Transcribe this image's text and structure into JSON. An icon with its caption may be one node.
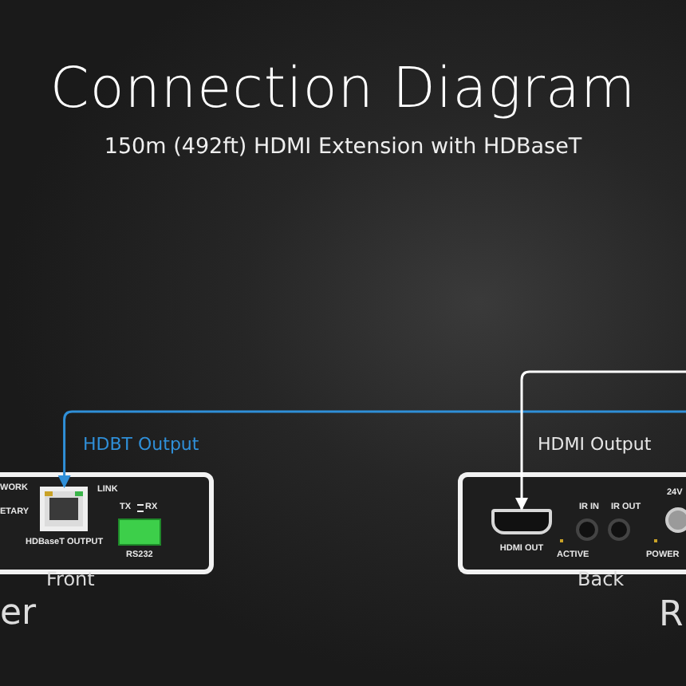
{
  "diagram": {
    "title": "Connection Diagram",
    "caption": "150m (492ft) HDMI Extension with HDBaseT",
    "nodes": [
      {
        "text": [
          "HDBT Output"
        ],
        "beside": [
          "Front"
        ]
      },
      {
        "text": [
          "HDBaseT OUTPUT"
        ],
        "in": 0
      },
      {
        "text": [
          "HDMI Output"
        ],
        "beside": [
          "Back"
        ]
      },
      {
        "text": [
          "HDMI OUT"
        ],
        "in": 2
      }
    ],
    "edges": [
      {
        "from": null,
        "to": 1,
        "arrow": "to",
        "color": "#2f8fd8"
      },
      {
        "from": null,
        "to": 3,
        "arrow": "to",
        "color": "#ffffff"
      }
    ],
    "labels": [
      "WORK",
      "LINK",
      "ETARY",
      "TX",
      "RX",
      "RS232",
      "er",
      "IR IN",
      "IR OUT",
      "24V",
      "ACTIVE",
      "POWER",
      "R"
    ]
  }
}
